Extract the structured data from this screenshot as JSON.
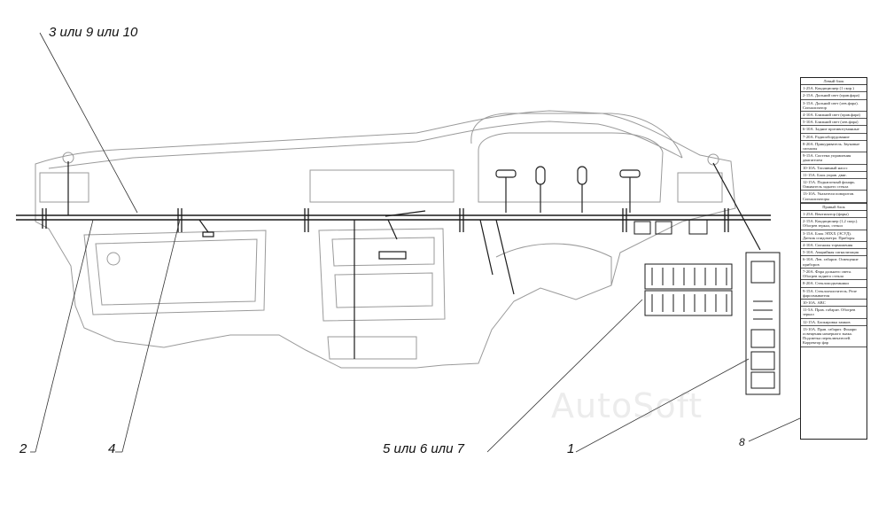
{
  "callouts": {
    "top_label": "3 или 9 или 10",
    "label_2": "2",
    "label_4": "4",
    "label_567": "5 или 6 или  7",
    "label_1": "1",
    "label_8": "8"
  },
  "watermark": "AutoSoft",
  "fuse_table": {
    "left_block_title": "Левый блок",
    "left_rows": [
      "1-25А. Кондиционер (1 скор.)",
      "2-15А. Дальний свет (прав.фара)",
      "3-15А. Дальний свет (лев.фара). Сигнализатор",
      "4-10А. Ближний свет (прав.фара)",
      "5-10А. Ближний свет (лев.фара)",
      "6-10А. Задние противотуманные",
      "7-20А. Радиооборудование",
      "8-20А. Прикуриватель. Звуковые сигналы",
      "9-15А. Система управления двигателем",
      "10-10А. Топливный насос",
      "11-15А. Блок управ. двиг.",
      "12-15А. Подкапотный фонарь. Омыватель заднего стекла",
      "13-10А. Указатели поворотов. Сигнализаторы"
    ],
    "right_block_title": "Правый блок",
    "right_rows": [
      "1-25А. Вентилятор (фары)",
      "2-15А. Кондиционер (1,2 скор.). Обогрев зеркал, стекол",
      "3-15А. Блок ЭПХХ (ЭСУД). Датчик спидометра. Приборы",
      "4-10А. Сигналы торможения",
      "5-10А. Аварийная сигнализация",
      "6-10А. Лев. габарит. Освещение приборов",
      "7-20А. Фара дальнего света. Обогрев заднего стекла",
      "8-20А. Стеклоподъемники",
      "9-15А. Стеклоочиститель. Реле фароомывателя",
      "10-10А. ABC",
      "11-5А. Прав. габарит. Обогрев зеркал",
      "12-15А. Блокировка замков",
      "13-10А. Прав. габарит. Фонари освещения номерного знака. Подсветка переключателей. Корректор фар"
    ]
  }
}
